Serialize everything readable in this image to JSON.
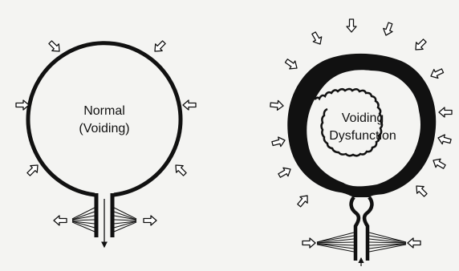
{
  "left_diagram": {
    "label_line1": "Normal",
    "label_line2": "(Voiding)"
  },
  "right_diagram": {
    "label_line1": "Voiding",
    "label_line2": "Dysfunction"
  }
}
